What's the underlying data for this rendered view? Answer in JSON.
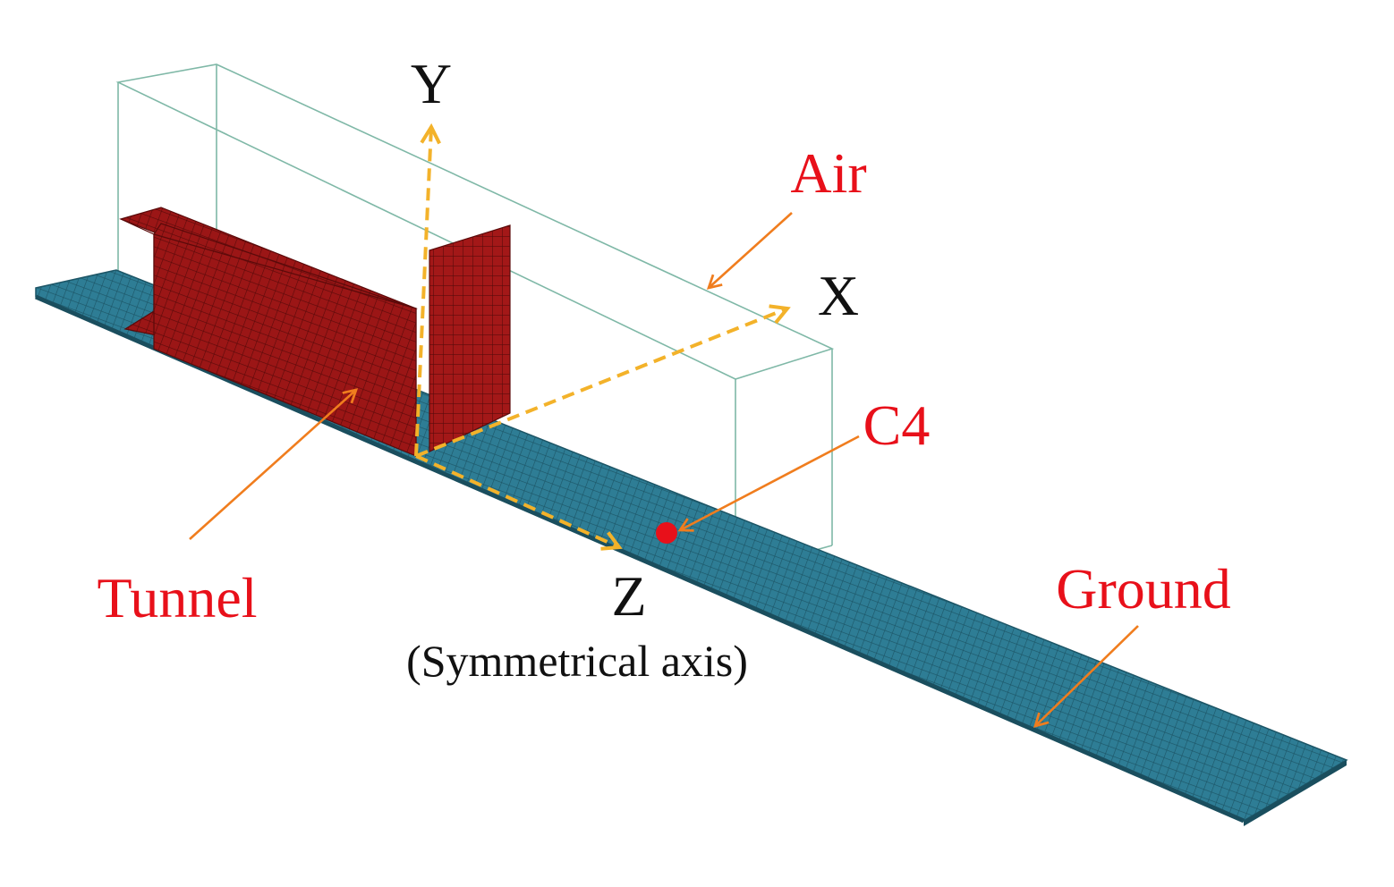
{
  "labels": {
    "air": "Air",
    "x_axis": "X",
    "y_axis": "Y",
    "z_axis": "Z",
    "symmetry_note": "(Symmetrical axis)",
    "tunnel": "Tunnel",
    "c4": "C4",
    "ground": "Ground"
  },
  "colors": {
    "ground": "#2e7d95",
    "tunnel": "#9b1616",
    "air_box": "#7fb8a7",
    "axis": "#f3b22a",
    "pointer": "#f07d1e",
    "label_red": "#e8101a",
    "c4_dot": "#e8101a"
  }
}
